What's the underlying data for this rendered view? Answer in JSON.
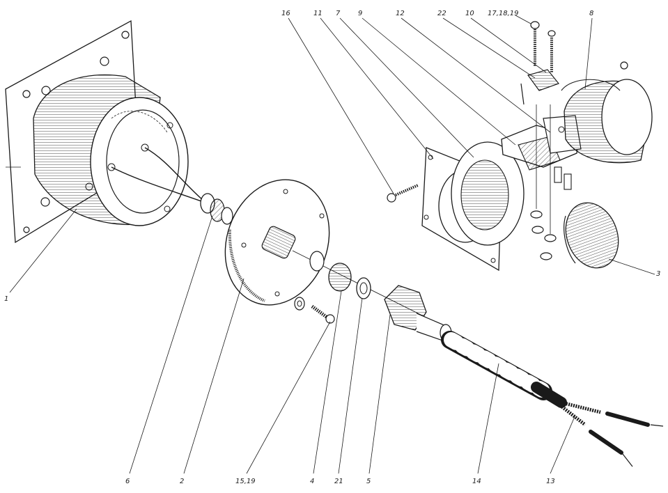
{
  "diagram": {
    "labels": [
      {
        "id": "1",
        "text": "1"
      },
      {
        "id": "2",
        "text": "2"
      },
      {
        "id": "3",
        "text": "3"
      },
      {
        "id": "4",
        "text": "4"
      },
      {
        "id": "5",
        "text": "5"
      },
      {
        "id": "6",
        "text": "6"
      },
      {
        "id": "7",
        "text": "7"
      },
      {
        "id": "8",
        "text": "8"
      },
      {
        "id": "9",
        "text": "9"
      },
      {
        "id": "10",
        "text": "10"
      },
      {
        "id": "11",
        "text": "11"
      },
      {
        "id": "12",
        "text": "12"
      },
      {
        "id": "13",
        "text": "13"
      },
      {
        "id": "14",
        "text": "14"
      },
      {
        "id": "15_19",
        "text": "15,19"
      },
      {
        "id": "16",
        "text": "16"
      },
      {
        "id": "17_18_19",
        "text": "17,18,19"
      },
      {
        "id": "21",
        "text": "21"
      },
      {
        "id": "22",
        "text": "22"
      }
    ],
    "colors": {
      "ink": "#1a1a1a",
      "paper": "#ffffff"
    }
  }
}
